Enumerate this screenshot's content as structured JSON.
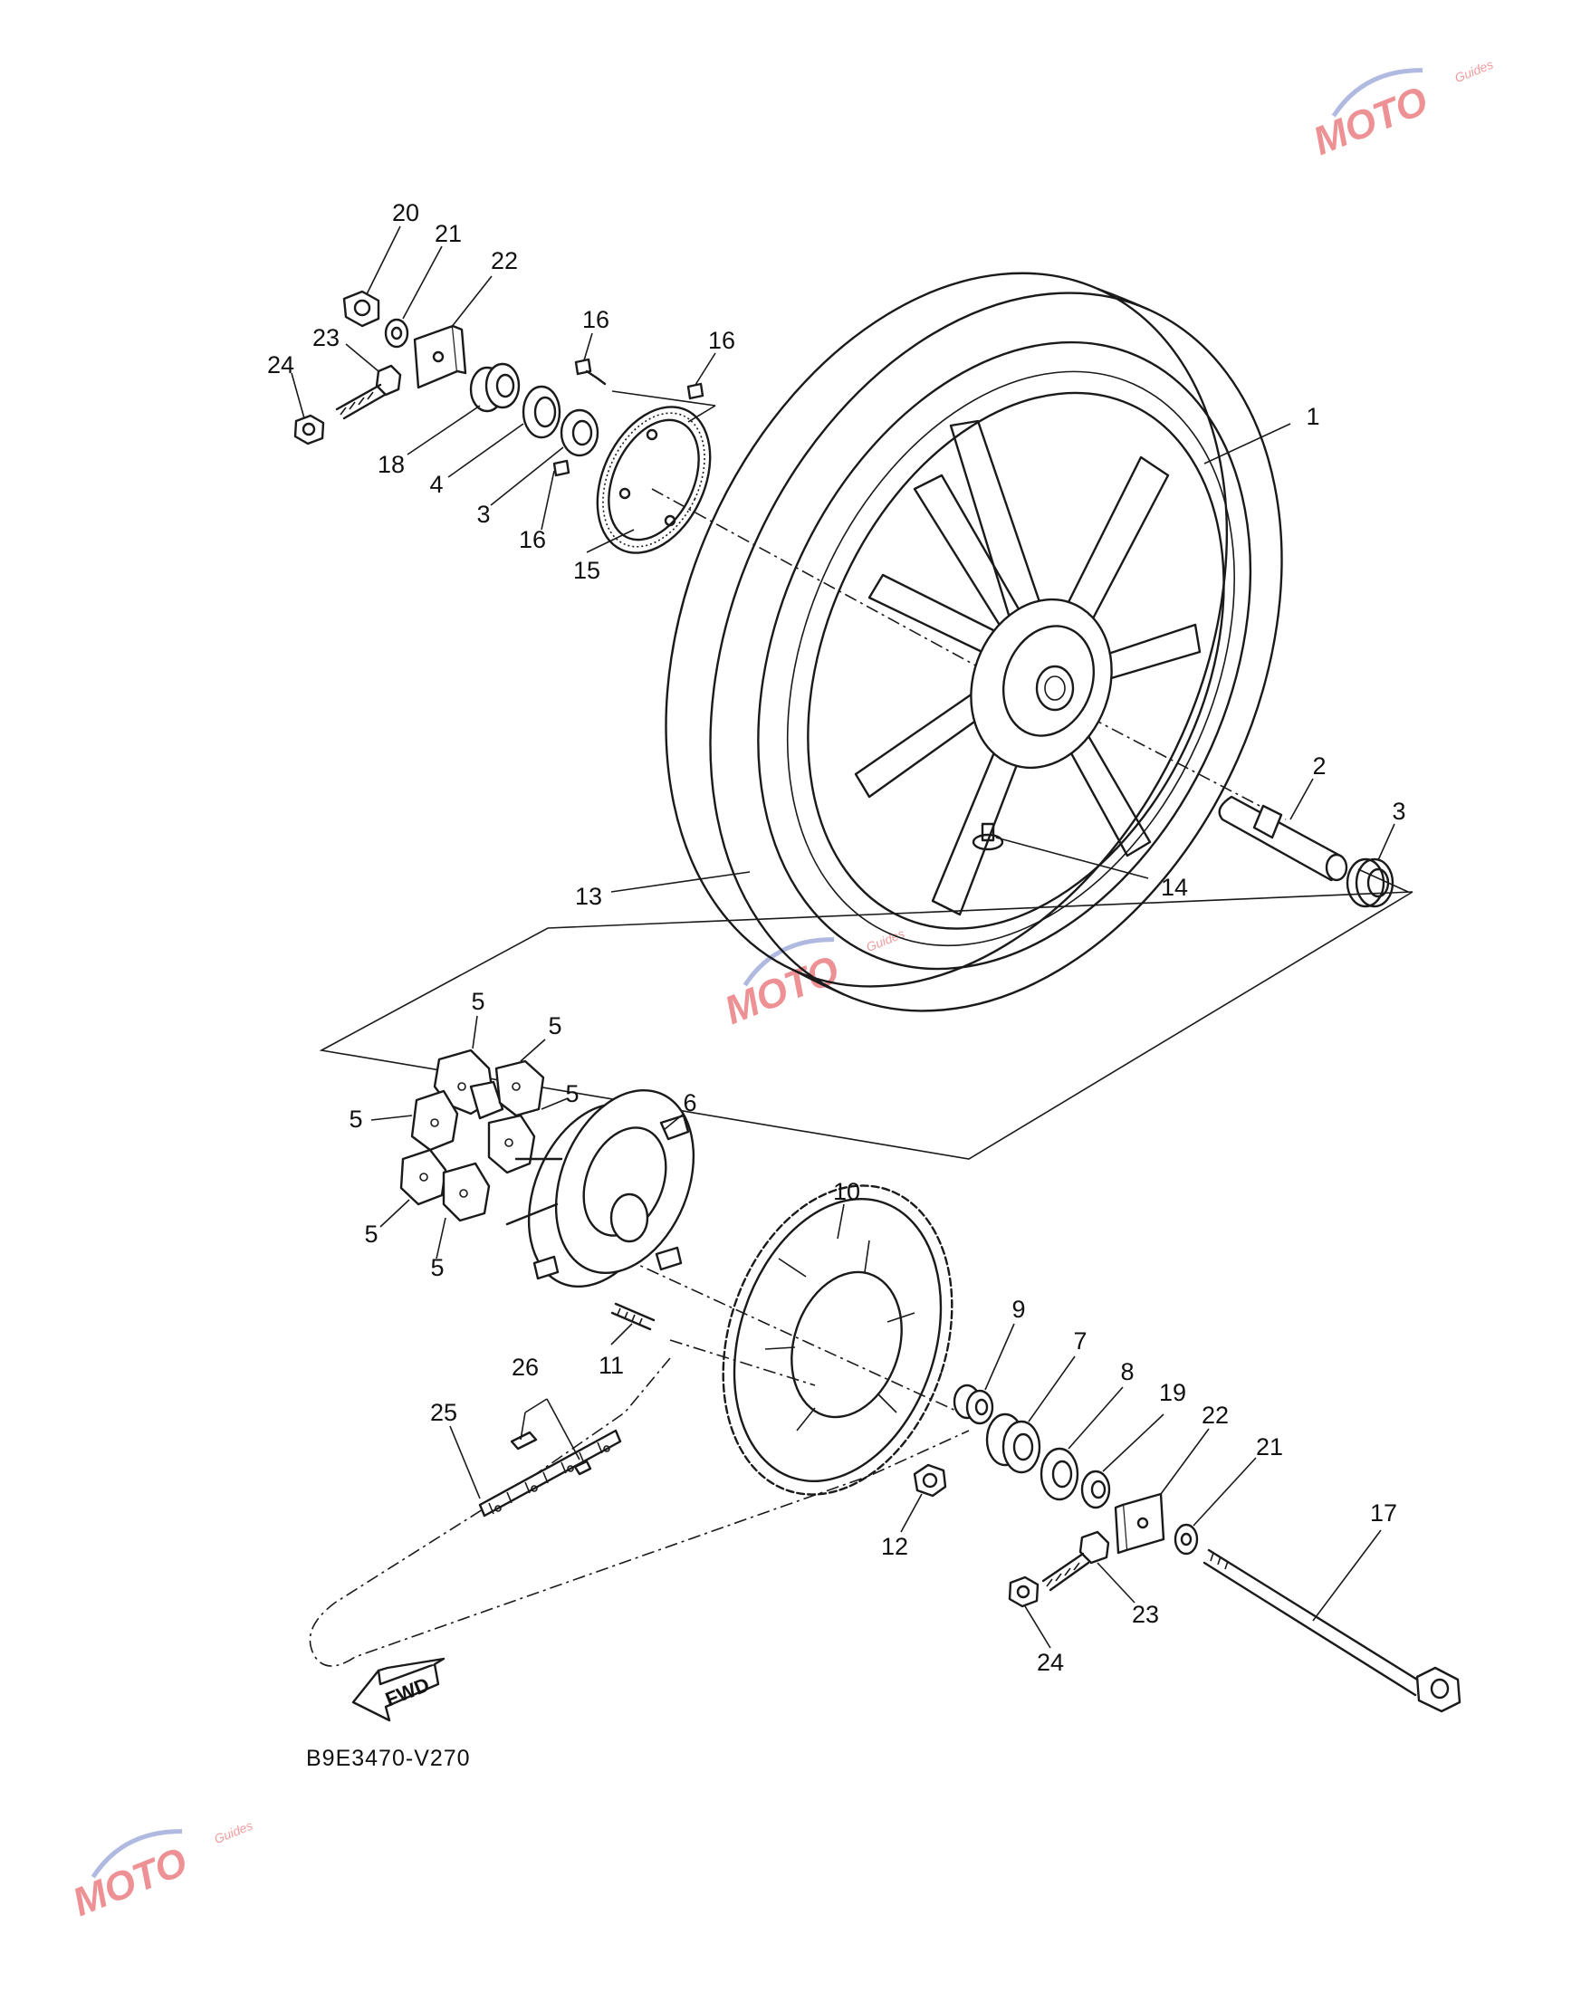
{
  "diagram_code": "B9E3470-V270",
  "direction_label": "FWD",
  "watermark": {
    "brand": "MOTO",
    "sub": "Guides",
    "color_primary": "#e0393e",
    "color_secondary": "#6f7fc7"
  },
  "colors": {
    "line": "#1a1a1a",
    "background": "#ffffff"
  },
  "callouts": [
    {
      "num": "1"
    },
    {
      "num": "2"
    },
    {
      "num": "3"
    },
    {
      "num": "3"
    },
    {
      "num": "4"
    },
    {
      "num": "5"
    },
    {
      "num": "5"
    },
    {
      "num": "5"
    },
    {
      "num": "5"
    },
    {
      "num": "5"
    },
    {
      "num": "5"
    },
    {
      "num": "6"
    },
    {
      "num": "7"
    },
    {
      "num": "8"
    },
    {
      "num": "9"
    },
    {
      "num": "10"
    },
    {
      "num": "11"
    },
    {
      "num": "12"
    },
    {
      "num": "13"
    },
    {
      "num": "14"
    },
    {
      "num": "15"
    },
    {
      "num": "16"
    },
    {
      "num": "16"
    },
    {
      "num": "16"
    },
    {
      "num": "17"
    },
    {
      "num": "18"
    },
    {
      "num": "19"
    },
    {
      "num": "20"
    },
    {
      "num": "21"
    },
    {
      "num": "21"
    },
    {
      "num": "22"
    },
    {
      "num": "22"
    },
    {
      "num": "23"
    },
    {
      "num": "23"
    },
    {
      "num": "24"
    },
    {
      "num": "24"
    },
    {
      "num": "25"
    },
    {
      "num": "26"
    }
  ]
}
